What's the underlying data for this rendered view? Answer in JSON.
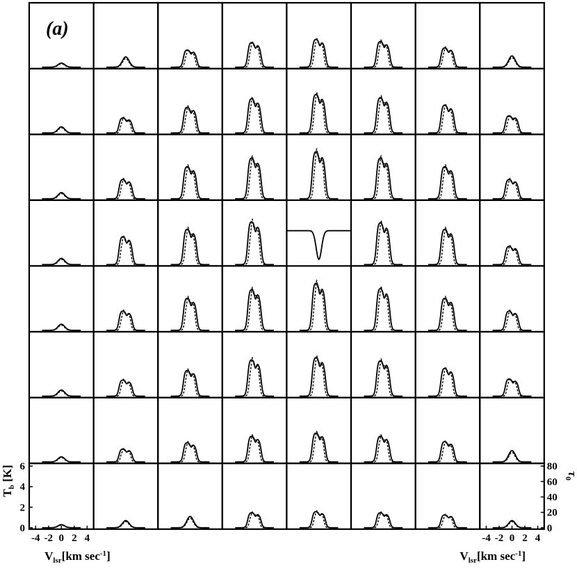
{
  "panel_label": "(a)",
  "chart_data": {
    "type": "line",
    "grid_rows": 8,
    "grid_cols": 8,
    "left_axis": {
      "label_main": "T",
      "label_sub": "b",
      "label_unit": " [K]",
      "ticks": [
        "0",
        "2",
        "4",
        "6"
      ],
      "ylim": [
        0,
        6
      ]
    },
    "right_axis": {
      "label_main": "τ",
      "label_sub": "0",
      "ticks": [
        "0",
        "20",
        "40",
        "60",
        "80"
      ],
      "ylim": [
        0,
        80
      ]
    },
    "x_axis": {
      "label_main": "V",
      "label_sub": "lsr",
      "label_unit": "[km sec",
      "label_sup": "-1",
      "label_close": "]",
      "ticks": [
        "-4",
        "-2",
        "0",
        "2",
        "4"
      ],
      "xlim": [
        -5,
        5
      ]
    },
    "series": [
      {
        "style": "solid"
      },
      {
        "style": "dashed"
      }
    ],
    "peak_tb": [
      [
        0.4,
        1.0,
        1.6,
        2.3,
        2.6,
        2.4,
        1.8,
        1.1
      ],
      [
        0.6,
        1.4,
        2.4,
        3.2,
        3.6,
        3.3,
        2.6,
        1.6
      ],
      [
        0.6,
        1.8,
        3.0,
        3.8,
        4.4,
        3.8,
        3.0,
        1.8
      ],
      [
        0.6,
        2.6,
        3.3,
        4.0,
        null,
        3.9,
        3.3,
        1.7
      ],
      [
        0.6,
        1.8,
        3.0,
        3.8,
        4.4,
        3.9,
        3.0,
        1.8
      ],
      [
        0.6,
        1.5,
        2.4,
        3.4,
        3.6,
        3.3,
        2.6,
        1.6
      ],
      [
        0.5,
        1.2,
        1.8,
        2.4,
        2.7,
        2.4,
        1.9,
        1.1
      ],
      [
        0.3,
        0.7,
        1.1,
        1.4,
        1.5,
        1.4,
        1.2,
        0.7
      ]
    ],
    "center_panel": {
      "row": 3,
      "col": 4,
      "baseline_tb": 3.3,
      "absorption_depth_tb": 2.8
    }
  }
}
